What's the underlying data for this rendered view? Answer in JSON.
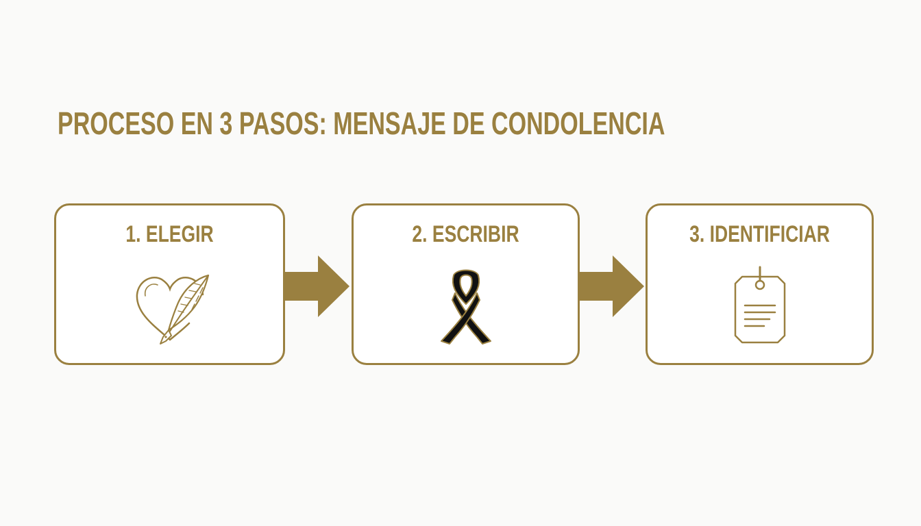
{
  "title": "PROCESO EN 3 PASOS: MENSAJE DE CONDOLENCIA",
  "steps": [
    {
      "label": "1. ELEGIR",
      "icon": "heart-quill-icon"
    },
    {
      "label": "2. ESCRIBIR",
      "icon": "mourning-ribbon-icon"
    },
    {
      "label": "3. IDENTIFICIAR",
      "icon": "card-tag-icon"
    }
  ],
  "colors": {
    "accent": "#9a8040",
    "ribbon": "#111111",
    "background": "#fafaf9"
  }
}
